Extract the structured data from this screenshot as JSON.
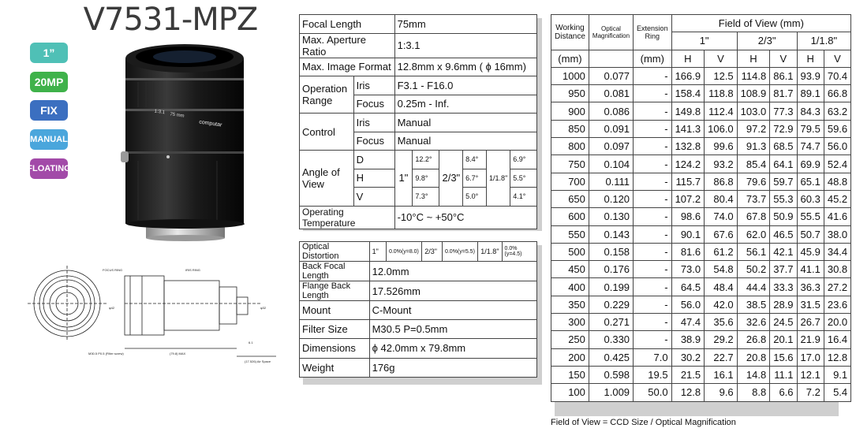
{
  "model": "V7531-MPZ",
  "badges": [
    {
      "label": "1”",
      "color": "#4fc0b6"
    },
    {
      "label": "20MP",
      "color": "#3fb24a"
    },
    {
      "label": "FIX",
      "color": "#3b6fc0"
    },
    {
      "label": "MANUAL",
      "color": "#4aa6dc"
    },
    {
      "label": "FLOATING",
      "color": "#a24aa8"
    }
  ],
  "lens_text": {
    "brand": "computar",
    "focal": "75 mm",
    "aperture": "1:3.1"
  },
  "drawing_labels": {
    "focus_ring": "FOCUS RING",
    "iris_ring": "IRIS RING",
    "filter_screw": "M30.5 P0.5 (Filter screw)",
    "dim_42": "φ42",
    "dim_32": "φ32",
    "dim_6_1": "6.1",
    "dim_max": "(79.8) MAX",
    "dim_17": "(17.526) Air Space"
  },
  "spec": {
    "focal_length": {
      "label": "Focal Length",
      "value": "75mm"
    },
    "aperture": {
      "label": "Max. Aperture Ratio",
      "value": "1:3.1"
    },
    "format": {
      "label": "Max. Image Format",
      "value": "12.8mm x 9.6mm ( ϕ 16mm)"
    },
    "operation": {
      "label": "Operation Range",
      "iris_label": "Iris",
      "iris": "F3.1 - F16.0",
      "focus_label": "Focus",
      "focus": "0.25m - Inf."
    },
    "control": {
      "label": "Control",
      "iris_label": "Iris",
      "iris": "Manual",
      "focus_label": "Focus",
      "focus": "Manual"
    },
    "angle": {
      "label": "Angle of View",
      "d": "D",
      "h": "H",
      "v": "V",
      "s1": "1\"",
      "s2": "2/3\"",
      "s3": "1/1.8\"",
      "v1d": "12.2°",
      "v1h": "9.8°",
      "v1v": "7.3°",
      "v2d": "8.4°",
      "v2h": "6.7°",
      "v2v": "5.0°",
      "v3d": "6.9°",
      "v3h": "5.5°",
      "v3v": "4.1°"
    },
    "temp": {
      "label": "Operating Temperature",
      "value": "-10°C ~ +50°C"
    }
  },
  "spec2": {
    "distortion": {
      "label": "Optical Distortion",
      "s1": "1\"",
      "v1": "0.0%(y=8.0)",
      "s2": "2/3\"",
      "v2": "0.0%(y=5.5)",
      "s3": "1/1.8\"",
      "v3": "0.0%(y=4.5)"
    },
    "bfl": {
      "label": "Back Focal Length",
      "value": "12.0mm"
    },
    "ffl": {
      "label": "Flange Back Length",
      "value": "17.526mm"
    },
    "mount": {
      "label": "Mount",
      "value": "C-Mount"
    },
    "filter": {
      "label": "Filter Size",
      "value": "M30.5 P=0.5mm"
    },
    "dims": {
      "label": "Dimensions",
      "value": "ϕ 42.0mm x 79.8mm"
    },
    "weight": {
      "label": "Weight",
      "value": "176g"
    }
  },
  "fov": {
    "h_wd": "Working Distance",
    "h_om": "Optical Magnification",
    "h_er": "Extension Ring",
    "h_fov": "Field of View (mm)",
    "s1": "1\"",
    "s2": "2/3\"",
    "s3": "1/1.8\"",
    "u_mm": "(mm)",
    "u_mm2": "(mm)",
    "H": "H",
    "V": "V",
    "rows": [
      [
        "1000",
        "0.077",
        "-",
        "166.9",
        "12.5",
        "114.8",
        "86.1",
        "93.9",
        "70.4"
      ],
      [
        "950",
        "0.081",
        "-",
        "158.4",
        "118.8",
        "108.9",
        "81.7",
        "89.1",
        "66.8"
      ],
      [
        "900",
        "0.086",
        "-",
        "149.8",
        "112.4",
        "103.0",
        "77.3",
        "84.3",
        "63.2"
      ],
      [
        "850",
        "0.091",
        "-",
        "141.3",
        "106.0",
        "97.2",
        "72.9",
        "79.5",
        "59.6"
      ],
      [
        "800",
        "0.097",
        "-",
        "132.8",
        "99.6",
        "91.3",
        "68.5",
        "74.7",
        "56.0"
      ],
      [
        "750",
        "0.104",
        "-",
        "124.2",
        "93.2",
        "85.4",
        "64.1",
        "69.9",
        "52.4"
      ],
      [
        "700",
        "0.111",
        "-",
        "115.7",
        "86.8",
        "79.6",
        "59.7",
        "65.1",
        "48.8"
      ],
      [
        "650",
        "0.120",
        "-",
        "107.2",
        "80.4",
        "73.7",
        "55.3",
        "60.3",
        "45.2"
      ],
      [
        "600",
        "0.130",
        "-",
        "98.6",
        "74.0",
        "67.8",
        "50.9",
        "55.5",
        "41.6"
      ],
      [
        "550",
        "0.143",
        "-",
        "90.1",
        "67.6",
        "62.0",
        "46.5",
        "50.7",
        "38.0"
      ],
      [
        "500",
        "0.158",
        "-",
        "81.6",
        "61.2",
        "56.1",
        "42.1",
        "45.9",
        "34.4"
      ],
      [
        "450",
        "0.176",
        "-",
        "73.0",
        "54.8",
        "50.2",
        "37.7",
        "41.1",
        "30.8"
      ],
      [
        "400",
        "0.199",
        "-",
        "64.5",
        "48.4",
        "44.4",
        "33.3",
        "36.3",
        "27.2"
      ],
      [
        "350",
        "0.229",
        "-",
        "56.0",
        "42.0",
        "38.5",
        "28.9",
        "31.5",
        "23.6"
      ],
      [
        "300",
        "0.271",
        "-",
        "47.4",
        "35.6",
        "32.6",
        "24.5",
        "26.7",
        "20.0"
      ],
      [
        "250",
        "0.330",
        "-",
        "38.9",
        "29.2",
        "26.8",
        "20.1",
        "21.9",
        "16.4"
      ],
      [
        "200",
        "0.425",
        "7.0",
        "30.2",
        "22.7",
        "20.8",
        "15.6",
        "17.0",
        "12.8"
      ],
      [
        "150",
        "0.598",
        "19.5",
        "21.5",
        "16.1",
        "14.8",
        "11.1",
        "12.1",
        "9.1"
      ],
      [
        "100",
        "1.009",
        "50.0",
        "12.8",
        "9.6",
        "8.8",
        "6.6",
        "7.2",
        "5.4"
      ]
    ]
  },
  "note": "Field of View = CCD Size / Optical Magnification"
}
